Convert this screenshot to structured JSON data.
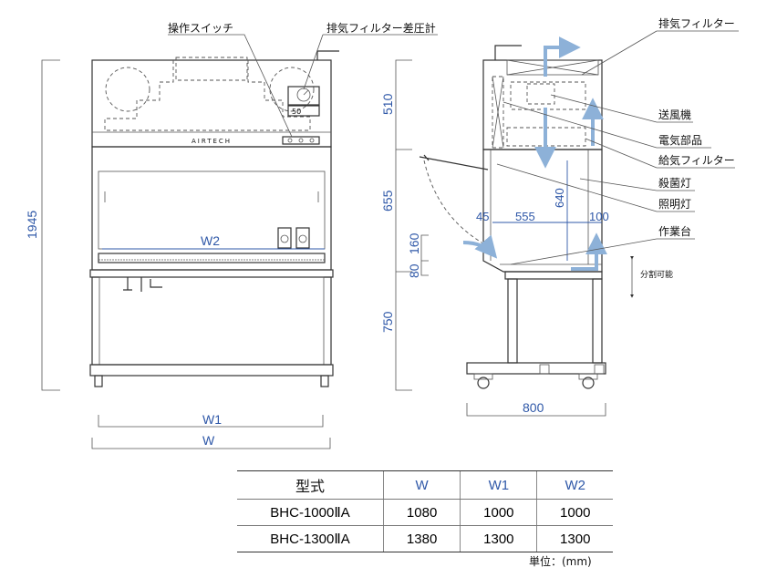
{
  "labels": {
    "operation_switch": "操作スイッチ",
    "exhaust_filter_gauge": "排気フィルター差圧計",
    "exhaust_filter": "排気フィルター",
    "blower": "送風機",
    "electrical_parts": "電気部品",
    "supply_filter": "給気フィルター",
    "germicidal_lamp": "殺菌灯",
    "lighting_lamp": "照明灯",
    "workbench": "作業台",
    "separable": "分割可能",
    "brand": "AIRTECH",
    "gauge_reading": "50"
  },
  "dimensions": {
    "height_total": "1945",
    "front_w2": "W2",
    "front_w1": "W1",
    "front_w": "W",
    "side_510": "510",
    "side_655": "655",
    "side_160": "160",
    "side_80": "80",
    "side_750": "750",
    "side_640": "640",
    "side_45": "45",
    "side_555": "555",
    "side_100": "100",
    "side_800": "800"
  },
  "table": {
    "headers": [
      "型式",
      "W",
      "W1",
      "W2"
    ],
    "rows": [
      [
        "BHC-1000ⅡA",
        "1080",
        "1000",
        "1000"
      ],
      [
        "BHC-1300ⅡA",
        "1380",
        "1300",
        "1300"
      ]
    ]
  },
  "unit_note": "単位：(mm)",
  "colors": {
    "dimension": "#2f58a8",
    "airflow": "#8db1d8",
    "line": "#333333"
  }
}
